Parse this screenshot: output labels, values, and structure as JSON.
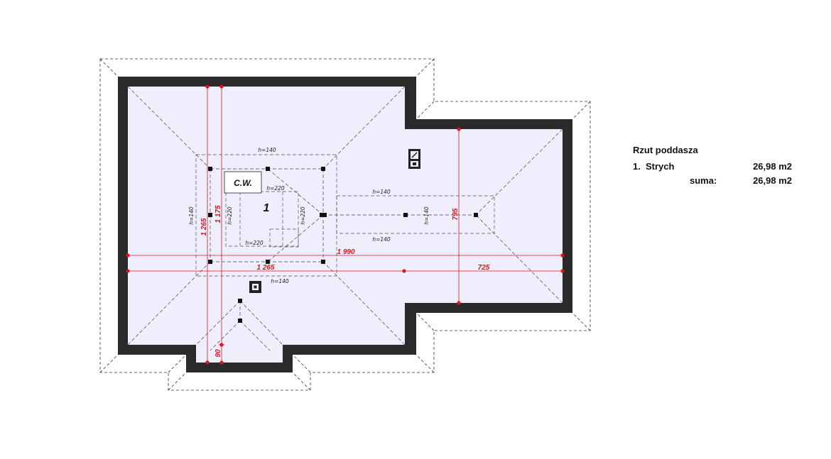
{
  "legend": {
    "title": "Rzut poddasza",
    "rooms": [
      {
        "number": "1.",
        "name": "Strych",
        "area": "26,98 m2"
      }
    ],
    "total_label": "suma:",
    "total_area": "26,98 m2"
  },
  "plan": {
    "room_number": "1",
    "chimney_label": "C.W.",
    "heights": {
      "top_left": "h=140",
      "mid_left_upper": "h=220",
      "mid_left_lower": "h=220",
      "left_vertical": "h=140",
      "left_inner_vertical": "h=220",
      "right_inner_vertical": "h=220",
      "bottom_left": "h=140",
      "wing_top": "h=140",
      "wing_bottom": "h=140",
      "wing_vertical": "h=140"
    },
    "dimensions": {
      "total_width": "1 990",
      "left_width": "1 265",
      "right_width": "725",
      "left_height_outer": "1 265",
      "left_height_inner": "1 175",
      "bay_depth": "90",
      "wing_height": "795"
    }
  },
  "colors": {
    "wall": "#2a2a2a",
    "floor": "#eeeefd",
    "dimension": "#e0141e",
    "dashed": "#333333"
  }
}
